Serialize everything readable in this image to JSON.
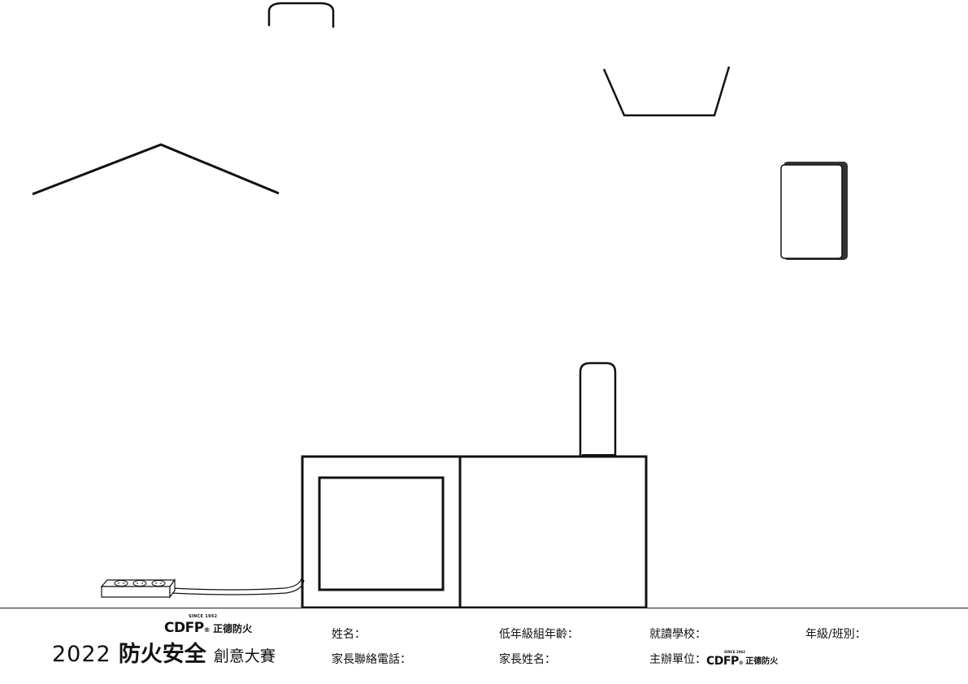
{
  "brand": {
    "since": "SINCE 1962",
    "cdfp": "CDFP",
    "registered": "®",
    "company": "正德防火"
  },
  "title": {
    "year": "2022",
    "main": "防火安全",
    "sub": "創意大賽"
  },
  "form_fields": {
    "name": "姓名：",
    "grade_age": "低年級組年齡：",
    "school": "就讀學校：",
    "class": "年級/班別：",
    "parent_phone": "家長聯絡電話：",
    "parent_name": "家長姓名：",
    "organizer": "主辦單位："
  },
  "drawing_elements": [
    "ceiling-lamp-outline",
    "roof-outline",
    "bowl-outline",
    "wall-card",
    "power-strip",
    "microwave-outline",
    "bottle-outline"
  ]
}
